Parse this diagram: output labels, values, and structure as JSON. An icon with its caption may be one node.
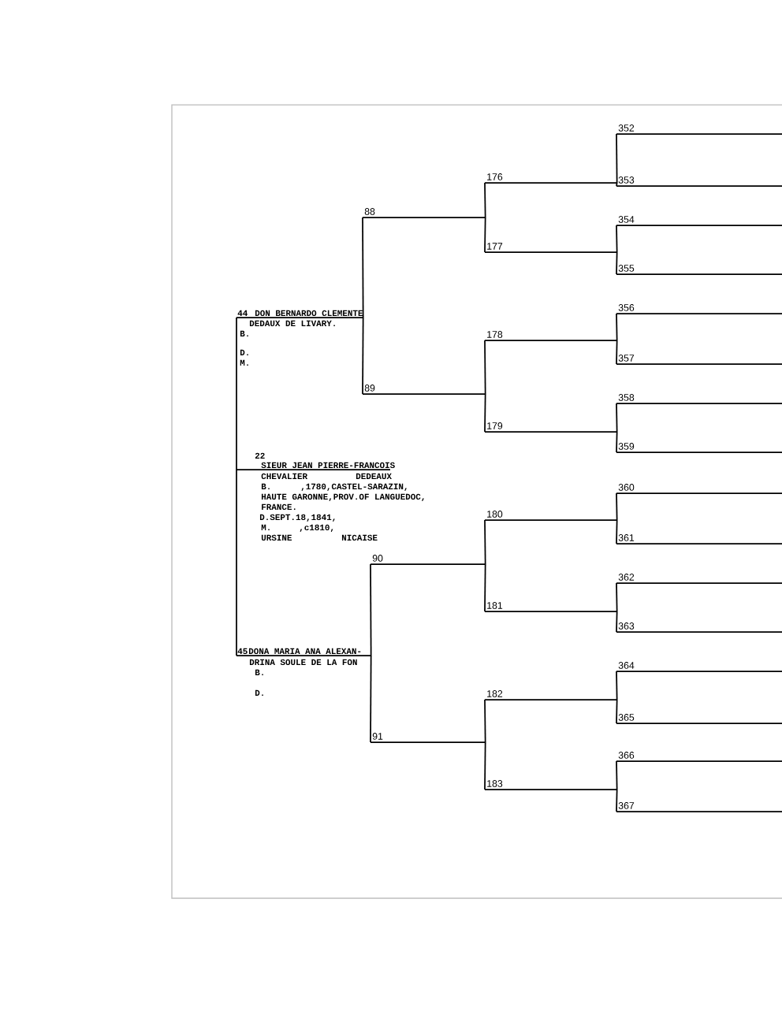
{
  "diagram": {
    "nodes": [
      {
        "text": [
          "22",
          "SIEUR JEAN PIERRE-FRANCOIS",
          "CHEVALIER",
          "DEDEAUX",
          "B.",
          ",1780,CASTEL-SARAZIN,",
          "HAUTE GARONNE,PROV.OF LANGUEDOC,",
          "FRANCE.",
          "D.SEPT.18,1841,",
          "M.",
          ",c1810,",
          "URSINE",
          "NICAISE"
        ]
      },
      {
        "text": [
          "44",
          "DON BERNARDO CLEMENTE",
          "DEDAUX DE LIVARY.",
          "B.",
          "D.",
          "M."
        ]
      },
      {
        "text": [
          "45",
          "DONA MARIA ANA ALEXAN-",
          "DRINA SOULE DE LA FON",
          "B.",
          "D."
        ]
      },
      {
        "text": [
          "88"
        ]
      },
      {
        "text": [
          "89"
        ]
      },
      {
        "text": [
          "90"
        ]
      },
      {
        "text": [
          "91"
        ]
      },
      {
        "text": [
          "176"
        ]
      },
      {
        "text": [
          "177"
        ]
      },
      {
        "text": [
          "178"
        ]
      },
      {
        "text": [
          "179"
        ]
      },
      {
        "text": [
          "180"
        ]
      },
      {
        "text": [
          "181"
        ]
      },
      {
        "text": [
          "182"
        ]
      },
      {
        "text": [
          "183"
        ]
      },
      {
        "text": [
          "352"
        ]
      },
      {
        "text": [
          "353"
        ]
      },
      {
        "text": [
          "354"
        ]
      },
      {
        "text": [
          "355"
        ]
      },
      {
        "text": [
          "356"
        ]
      },
      {
        "text": [
          "357"
        ]
      },
      {
        "text": [
          "358"
        ]
      },
      {
        "text": [
          "359"
        ]
      },
      {
        "text": [
          "360"
        ]
      },
      {
        "text": [
          "361"
        ]
      },
      {
        "text": [
          "362"
        ]
      },
      {
        "text": [
          "363"
        ]
      },
      {
        "text": [
          "364"
        ]
      },
      {
        "text": [
          "365"
        ]
      },
      {
        "text": [
          "366"
        ]
      },
      {
        "text": [
          "367"
        ]
      }
    ],
    "edges": [
      {
        "from": 0,
        "to": 1,
        "arrow": "none"
      },
      {
        "from": 0,
        "to": 2,
        "arrow": "none"
      },
      {
        "from": 1,
        "to": 3,
        "arrow": "none"
      },
      {
        "from": 1,
        "to": 4,
        "arrow": "none"
      },
      {
        "from": 2,
        "to": 5,
        "arrow": "none"
      },
      {
        "from": 2,
        "to": 6,
        "arrow": "none"
      },
      {
        "from": 3,
        "to": 7,
        "arrow": "none"
      },
      {
        "from": 3,
        "to": 8,
        "arrow": "none"
      },
      {
        "from": 4,
        "to": 9,
        "arrow": "none"
      },
      {
        "from": 4,
        "to": 10,
        "arrow": "none"
      },
      {
        "from": 5,
        "to": 11,
        "arrow": "none"
      },
      {
        "from": 5,
        "to": 12,
        "arrow": "none"
      },
      {
        "from": 6,
        "to": 13,
        "arrow": "none"
      },
      {
        "from": 6,
        "to": 14,
        "arrow": "none"
      },
      {
        "from": 7,
        "to": 15,
        "arrow": "none"
      },
      {
        "from": 7,
        "to": 16,
        "arrow": "none"
      },
      {
        "from": 8,
        "to": 17,
        "arrow": "none"
      },
      {
        "from": 8,
        "to": 18,
        "arrow": "none"
      },
      {
        "from": 9,
        "to": 19,
        "arrow": "none"
      },
      {
        "from": 9,
        "to": 20,
        "arrow": "none"
      },
      {
        "from": 10,
        "to": 21,
        "arrow": "none"
      },
      {
        "from": 10,
        "to": 22,
        "arrow": "none"
      },
      {
        "from": 11,
        "to": 23,
        "arrow": "none"
      },
      {
        "from": 11,
        "to": 24,
        "arrow": "none"
      },
      {
        "from": 12,
        "to": 25,
        "arrow": "none"
      },
      {
        "from": 12,
        "to": 26,
        "arrow": "none"
      },
      {
        "from": 13,
        "to": 27,
        "arrow": "none"
      },
      {
        "from": 13,
        "to": 28,
        "arrow": "none"
      },
      {
        "from": 14,
        "to": 29,
        "arrow": "none"
      },
      {
        "from": 14,
        "to": 30,
        "arrow": "none"
      }
    ]
  }
}
